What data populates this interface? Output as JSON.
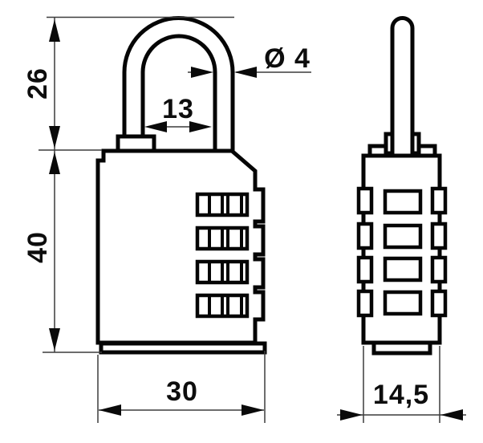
{
  "drawing": {
    "background_color": "#ffffff",
    "line_color": "#050505",
    "dimension_line_color": "#3c3c3c",
    "labels": {
      "shackle_height": "26",
      "shackle_inner_width": "13",
      "shackle_diameter": "Ø 4",
      "body_height": "40",
      "body_width": "30",
      "body_depth": "14,5"
    }
  }
}
